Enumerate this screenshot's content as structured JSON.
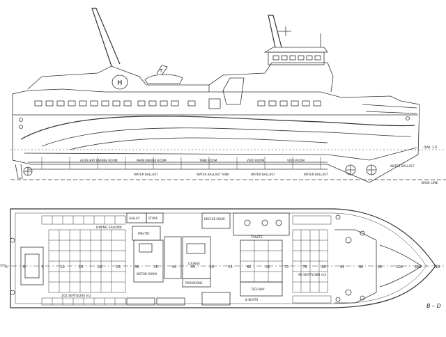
{
  "profile": {
    "helipad_letter": "H",
    "tender_letter": "T",
    "draft_label": "DWL 3.0",
    "baseline_label": "BASE LINE",
    "compartments": [
      "AUXILIARY ENGINE ROOM",
      "MAIN ENGINE ROOM",
      "TANK ROOM",
      "VOID ROOM",
      "VOID ROOM",
      "WATER BALLAST"
    ],
    "tanks": [
      "WATER BALLAST",
      "WATER BALLAST TANK",
      "WATER BALLAST",
      "WATER BALLAST"
    ]
  },
  "plan": {
    "section_label": "B – D",
    "rooms": {
      "dining": "DINING SALOON",
      "galley": "GALLEY",
      "store": "STORE",
      "pantry": "PAN TRY",
      "motor_room": "MOTOR ROOM",
      "lounge": "LOUNGE",
      "provisions": "PROVISIONS",
      "rescue": "RESCUE EQUIP.",
      "toilets": "TOILETS",
      "tech_bay": "TECH BAY"
    },
    "seat_notes": {
      "aft": "201 SEATS/200 m2",
      "mid": "8 SEATS",
      "fwd": "90 SEATS/180 m2"
    },
    "frame_numbers": [
      "-5",
      "0",
      "5",
      "10",
      "15",
      "20",
      "25",
      "30",
      "35",
      "40",
      "45",
      "50",
      "55",
      "60",
      "65",
      "70",
      "75",
      "80",
      "85",
      "90",
      "95",
      "100",
      "105",
      "110"
    ]
  }
}
